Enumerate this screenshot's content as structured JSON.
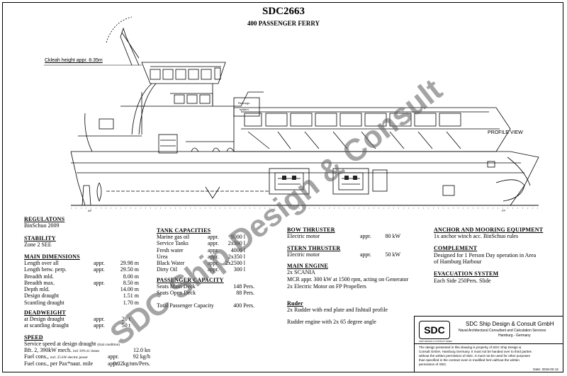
{
  "header": {
    "title": "SDC2663",
    "subtitle": "400 PASSENGER FERRY"
  },
  "profile": {
    "air_draft_label": "Ckleah height appr. 8.35m",
    "view_label": "PROFILE VIEW",
    "cabin_label_1": "Reforegn",
    "cabin_label_2": "system",
    "aft_mark": "AP",
    "fwd_mark": "FP"
  },
  "regulations": {
    "heading": "REGULATONS",
    "value": "BinSchuo 2009"
  },
  "stability": {
    "heading": "STABILITY",
    "value": "Zone 2 SEE"
  },
  "main_dimensions": {
    "heading": "MAIN DIMENSIONS",
    "rows": [
      {
        "label": "Length over all",
        "appr": "appr.",
        "value": "29.98 m"
      },
      {
        "label": "Length betw. perp.",
        "appr": "appr.",
        "value": "29.50 m"
      },
      {
        "label": "Breadth mld.",
        "appr": "",
        "value": "8.00 m"
      },
      {
        "label": "Breadth max.",
        "appr": "appr.",
        "value": "8.50 m"
      },
      {
        "label": "Depth mld.",
        "appr": "",
        "value": "14.00 m"
      },
      {
        "label": "Design draught",
        "appr": "",
        "value": "1.51 m"
      },
      {
        "label": "Scantling draught",
        "appr": "",
        "value": "1.70 m"
      }
    ]
  },
  "deadweight": {
    "heading": "DEADWEIGHT",
    "rows": [
      {
        "label": "at Design draught",
        "appr": "appr.",
        "value": "20 t"
      },
      {
        "label": "at scantling draught",
        "appr": "appr.",
        "value": "50 t"
      }
    ]
  },
  "speed": {
    "heading": "SPEED",
    "line1": "Service speed at design draught",
    "line1_note": "(trial condition)",
    "rows": [
      {
        "label": "Bft. 2,   390kW mech.",
        "note": "incl 10% el. losses",
        "appr": "",
        "value": "12.0 kn"
      },
      {
        "label": "Fuel cons.,",
        "note": "incl. 25 kW electric power",
        "appr": "appr.",
        "value": "92 kg/h"
      },
      {
        "label": "Fuel cons., per Pax*naut. mile",
        "note": "",
        "appr": "appr.",
        "value": "0.02kg/nm/Pers."
      }
    ]
  },
  "tank_capacities": {
    "heading": "TANK CAPACITIES",
    "rows": [
      {
        "label": "Marine gas oil",
        "appr": "appr.",
        "value": "9000 l"
      },
      {
        "label": "Service Tanks",
        "appr": "appr.",
        "value": "2x300 l"
      },
      {
        "label": "Fresh water",
        "appr": "appr.",
        "value": "4000 l"
      },
      {
        "label": "Urea",
        "appr": "appr.",
        "value": "2x350 l"
      },
      {
        "label": "Black Water",
        "appr": "appr.",
        "value": "2x2500 l"
      },
      {
        "label": "Dirty Oil",
        "appr": "appr.",
        "value": "300 l"
      }
    ]
  },
  "passenger_capacity": {
    "heading": "PASSENGER  CAPACITY",
    "rows": [
      {
        "label": "Seats Main Deck",
        "value": "148 Pers."
      },
      {
        "label": "Seats Open Deck",
        "value": "88 Pers."
      }
    ],
    "total_label": "Total Passenger Capacity",
    "total_value": "400 Pers."
  },
  "bow_thruster": {
    "heading": "BOW THRUSTER",
    "label": "Electric motor",
    "appr": "appr.",
    "value": "80 kW"
  },
  "stern_thruster": {
    "heading": "STERN THRUSTER",
    "label": "Electric motor",
    "appr": "appr.",
    "value": "50 kW"
  },
  "main_engine": {
    "heading": "MAIN ENGINE",
    "lines": [
      "2x SCANIA",
      "MCR  appr. 300 kW at 1500 rpm, acting on Generator",
      "2x Electric Motor on FP Propellers"
    ]
  },
  "rudder": {
    "heading": "Ruder",
    "line1": "2x Rudder with end plate and fishtail profile",
    "line2": "Rudder engine with 2x 65 degree angle"
  },
  "anchor": {
    "heading": "ANCHOR AND MOORING EQUIPMENT",
    "value": "1x anchor  winch acc. BinSchuo rules"
  },
  "complement": {
    "heading": "COMPLEMENT",
    "line1": "Designed for 1 Person  Day operation in Area",
    "line2": "of Hamburg Harbour"
  },
  "evacuation": {
    "heading": "EVACUATION SYSTEM",
    "value": "Each Side 250Pers. Slide"
  },
  "title_block": {
    "logo": "SDC",
    "logo_sub": "SHIP DESIGN & CONSULT GMBH",
    "company": "SDC  Ship Design & Consult GmbH",
    "tagline1": "Naval Architectural Consultant and Calculation Services",
    "tagline2": "Hamburg - Germany",
    "disclaimer": [
      "The design presented in this drawing is property of SDC Ship Design &",
      "Consult GmbH, Hamburg Germany. It must not be handed over to third parties",
      "without the written permission of SDC. It must not be used for other purposes",
      "than specified in the contract even in modified form without the written",
      "permission of SDC."
    ],
    "date": "Date: 2018-02-12"
  },
  "watermark": "SDC Ship Design & Consult"
}
